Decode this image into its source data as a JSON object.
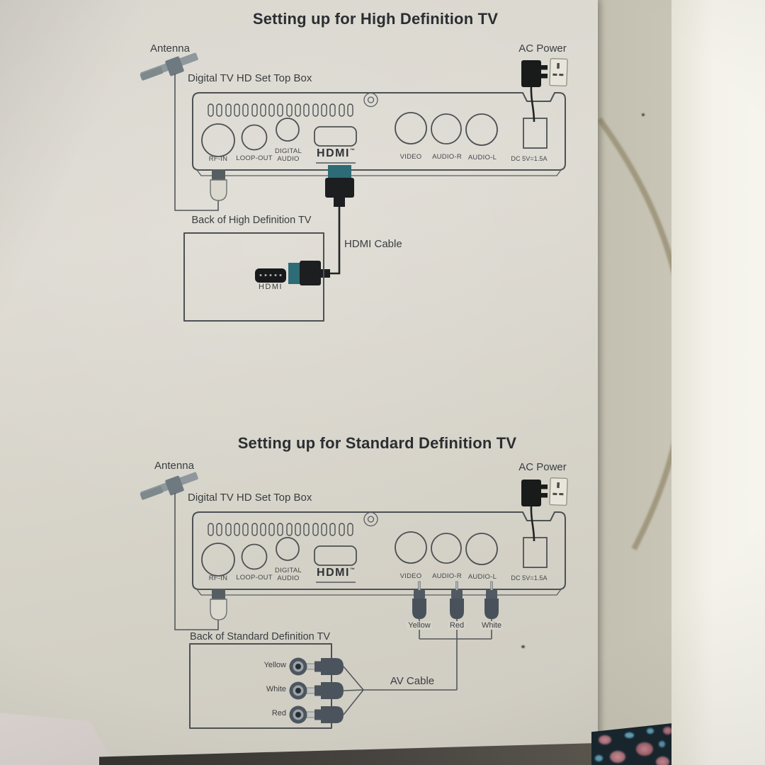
{
  "hd": {
    "title": "Setting up for High Definition TV",
    "antenna_label": "Antenna",
    "ac_power_label": "AC Power",
    "stb_label": "Digital TV HD Set Top Box",
    "tv_label": "Back of High Definition TV",
    "cable_label": "HDMI Cable",
    "tv_port_label": "HDMI"
  },
  "sd": {
    "title": "Setting up for Standard Definition TV",
    "antenna_label": "Antenna",
    "ac_power_label": "AC Power",
    "stb_label": "Digital TV HD Set Top Box",
    "tv_label": "Back of Standard Definition TV",
    "cable_label": "AV Cable",
    "rca_plug_labels": [
      "Yellow",
      "Red",
      "White"
    ],
    "tv_jack_labels": [
      "Yellow",
      "White",
      "Red"
    ]
  },
  "rear_panel": {
    "rf": "RF-IN",
    "loop_out": "LOOP-OUT",
    "digital_line1": "DIGITAL",
    "digital_line2": "AUDIO",
    "hdmi_logo": "HDMI",
    "hdmi_tm": "™",
    "video": "VIDEO",
    "audio_r": "AUDIO-R",
    "audio_l": "AUDIO-L",
    "dc": "DC 5V=1.5A"
  },
  "colors": {
    "line": "#4d5154",
    "hdmi_plug_teal": "#2d6b76",
    "cable_black": "#1c1e20",
    "rca_plug_gray": "#4b545c",
    "antenna_gray": "#8e989d"
  }
}
